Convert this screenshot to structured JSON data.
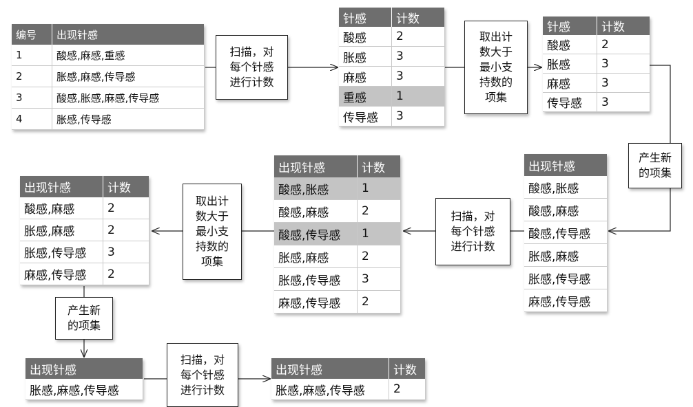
{
  "tables": [
    {
      "id": "t1",
      "headers": [
        "编号",
        "出现针感"
      ],
      "rows": [
        [
          "1",
          "酸感,麻感,重感"
        ],
        [
          "2",
          "胀感,麻感,传导感"
        ],
        [
          "3",
          "酸感,胀感,麻感,传导感"
        ],
        [
          "4",
          "胀感,传导感"
        ]
      ],
      "highlight": []
    },
    {
      "id": "t2",
      "headers": [
        "针感",
        "计数"
      ],
      "rows": [
        [
          "酸感",
          "2"
        ],
        [
          "胀感",
          "3"
        ],
        [
          "麻感",
          "3"
        ],
        [
          "重感",
          "1"
        ],
        [
          "传导感",
          "3"
        ]
      ],
      "highlight": [
        3
      ]
    },
    {
      "id": "t3",
      "headers": [
        "针感",
        "计数"
      ],
      "rows": [
        [
          "酸感",
          "2"
        ],
        [
          "胀感",
          "3"
        ],
        [
          "麻感",
          "3"
        ],
        [
          "传导感",
          "3"
        ]
      ],
      "highlight": []
    },
    {
      "id": "t4",
      "headers": [
        "出现针感"
      ],
      "rows": [
        [
          "酸感,胀感"
        ],
        [
          "酸感,麻感"
        ],
        [
          "酸感,传导感"
        ],
        [
          "胀感,麻感"
        ],
        [
          "胀感,传导感"
        ],
        [
          "麻感,传导感"
        ]
      ],
      "highlight": []
    },
    {
      "id": "t5",
      "headers": [
        "出现针感",
        "计数"
      ],
      "rows": [
        [
          "酸感,胀感",
          "1"
        ],
        [
          "酸感,麻感",
          "2"
        ],
        [
          "酸感,传导感",
          "1"
        ],
        [
          "胀感,麻感",
          "2"
        ],
        [
          "胀感,传导感",
          "3"
        ],
        [
          "麻感,传导感",
          "2"
        ]
      ],
      "highlight": [
        0,
        2
      ]
    },
    {
      "id": "t6",
      "headers": [
        "出现针感",
        "计数"
      ],
      "rows": [
        [
          "酸感,麻感",
          "2"
        ],
        [
          "胀感,麻感",
          "2"
        ],
        [
          "胀感,传导感",
          "3"
        ],
        [
          "麻感,传导感",
          "2"
        ]
      ],
      "highlight": []
    },
    {
      "id": "t7",
      "headers": [
        "出现针感"
      ],
      "rows": [
        [
          "胀感,麻感,传导感"
        ]
      ],
      "highlight": []
    },
    {
      "id": "t8",
      "headers": [
        "出现针感",
        "计数"
      ],
      "rows": [
        [
          "胀感,麻感,传导感",
          "2"
        ]
      ],
      "highlight": []
    }
  ],
  "boxes": [
    {
      "id": "b1",
      "lines": [
        "扫描，对",
        "每个针感",
        "进行计数"
      ]
    },
    {
      "id": "b2",
      "lines": [
        "取出计",
        "数大于",
        "最小支",
        "持数的",
        "项集"
      ]
    },
    {
      "id": "b3",
      "lines": [
        "产生新",
        "的项集"
      ]
    },
    {
      "id": "b4",
      "lines": [
        "扫描，对",
        "每个针感",
        "进行计数"
      ]
    },
    {
      "id": "b5",
      "lines": [
        "取出计",
        "数大于",
        "最小支",
        "持数的",
        "项集"
      ]
    },
    {
      "id": "b6",
      "lines": [
        "产生新",
        "的项集"
      ]
    },
    {
      "id": "b7",
      "lines": [
        "扫描，对",
        "每个针感",
        "进行计数"
      ]
    }
  ],
  "colors": {
    "header_bg": "#6e6e6e",
    "header_text": "#ffffff",
    "highlight_row": "#c4c4c4",
    "line": "#222222"
  }
}
